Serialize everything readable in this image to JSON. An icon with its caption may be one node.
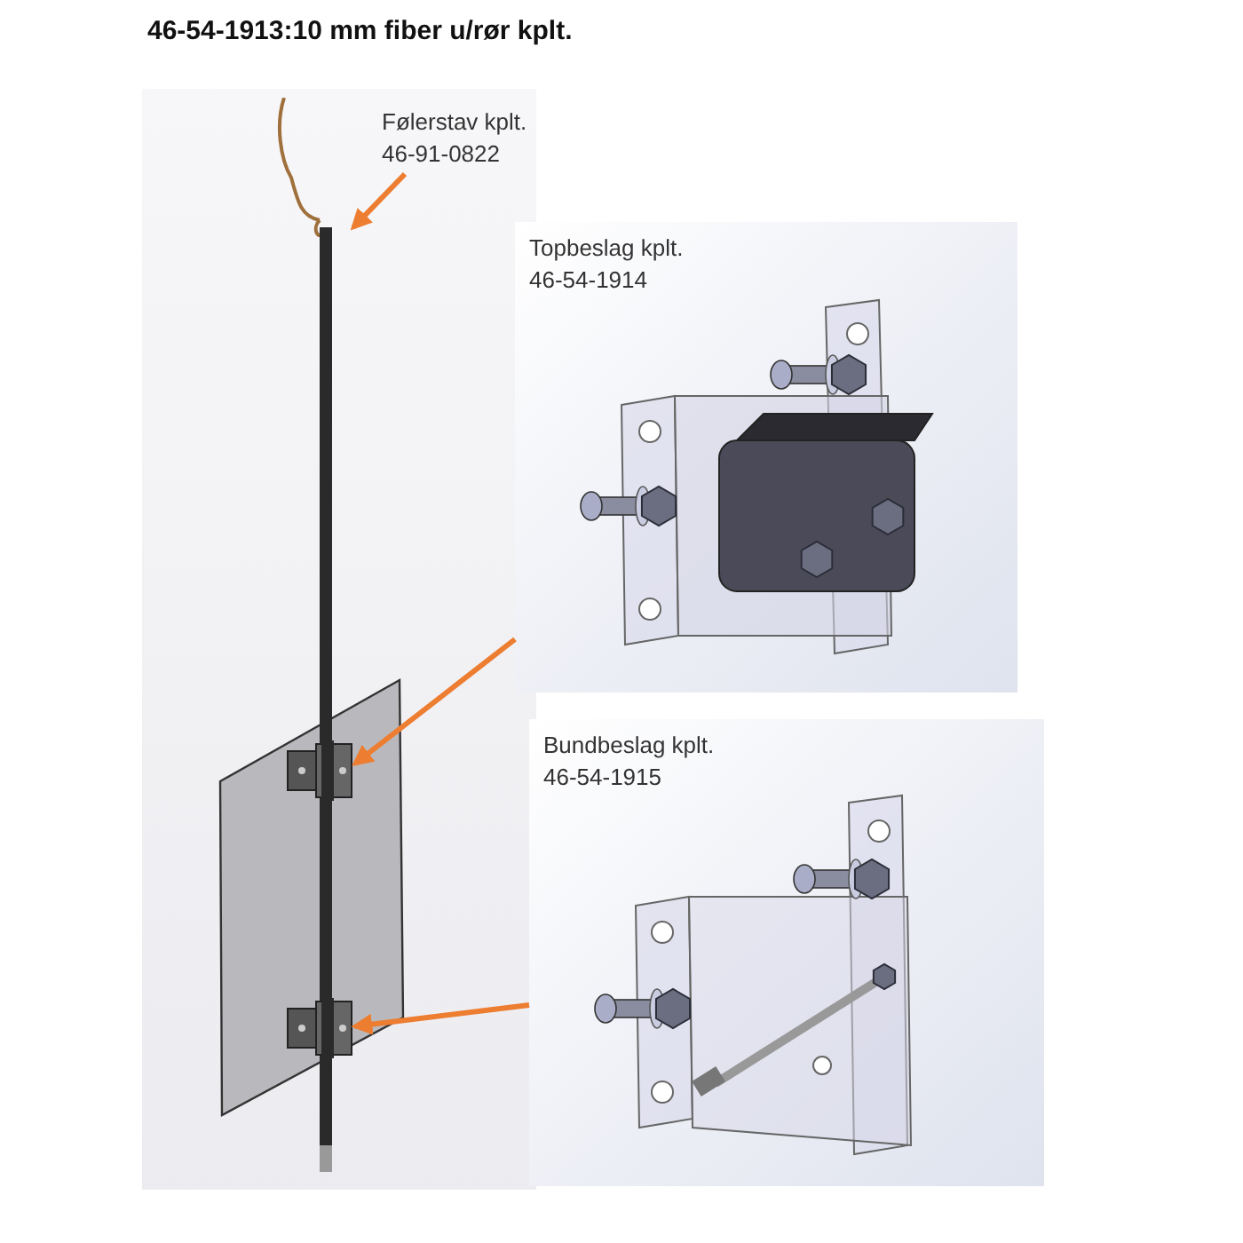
{
  "diagram": {
    "title": "46-54-1913:10 mm fiber u/rør kplt.",
    "nodes": [
      {
        "text": [
          "Følerstav kplt.",
          "46-91-0822"
        ]
      },
      {
        "text": [],
        "shape": "bar"
      },
      {
        "text": [
          "Topbeslag kplt.",
          "46-54-1914"
        ]
      },
      {
        "text": [],
        "shape": "picture"
      },
      {
        "text": [
          "Bundbeslag kplt.",
          "46-54-1915"
        ]
      },
      {
        "text": [],
        "shape": "picture"
      }
    ],
    "edges": [
      {
        "from": 0,
        "to": 1,
        "arrow": "to"
      },
      {
        "from": 2,
        "to": 3,
        "arrow": "to"
      },
      {
        "from": 4,
        "to": 5,
        "arrow": "to"
      }
    ]
  }
}
